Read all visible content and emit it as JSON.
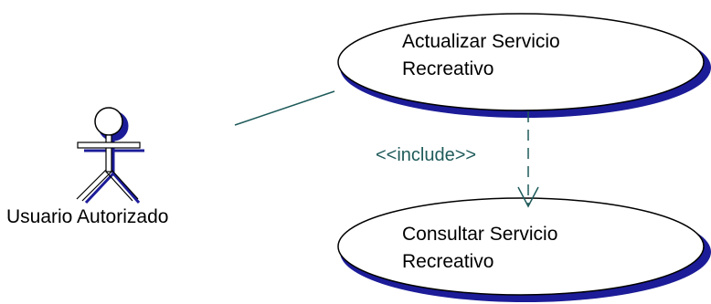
{
  "actor": {
    "name": "Usuario Autorizado"
  },
  "use_cases": [
    {
      "line1": "Actualizar Servicio",
      "line2": "Recreativo"
    },
    {
      "line1": "Consultar Servicio",
      "line2": "Recreativo"
    }
  ],
  "relationship": {
    "stereotype": "<<include>>"
  },
  "colors": {
    "shape_fill": "#ffffff",
    "outline": "#000000",
    "shadow": "#1c1c99",
    "connector": "#1f5a5a"
  }
}
